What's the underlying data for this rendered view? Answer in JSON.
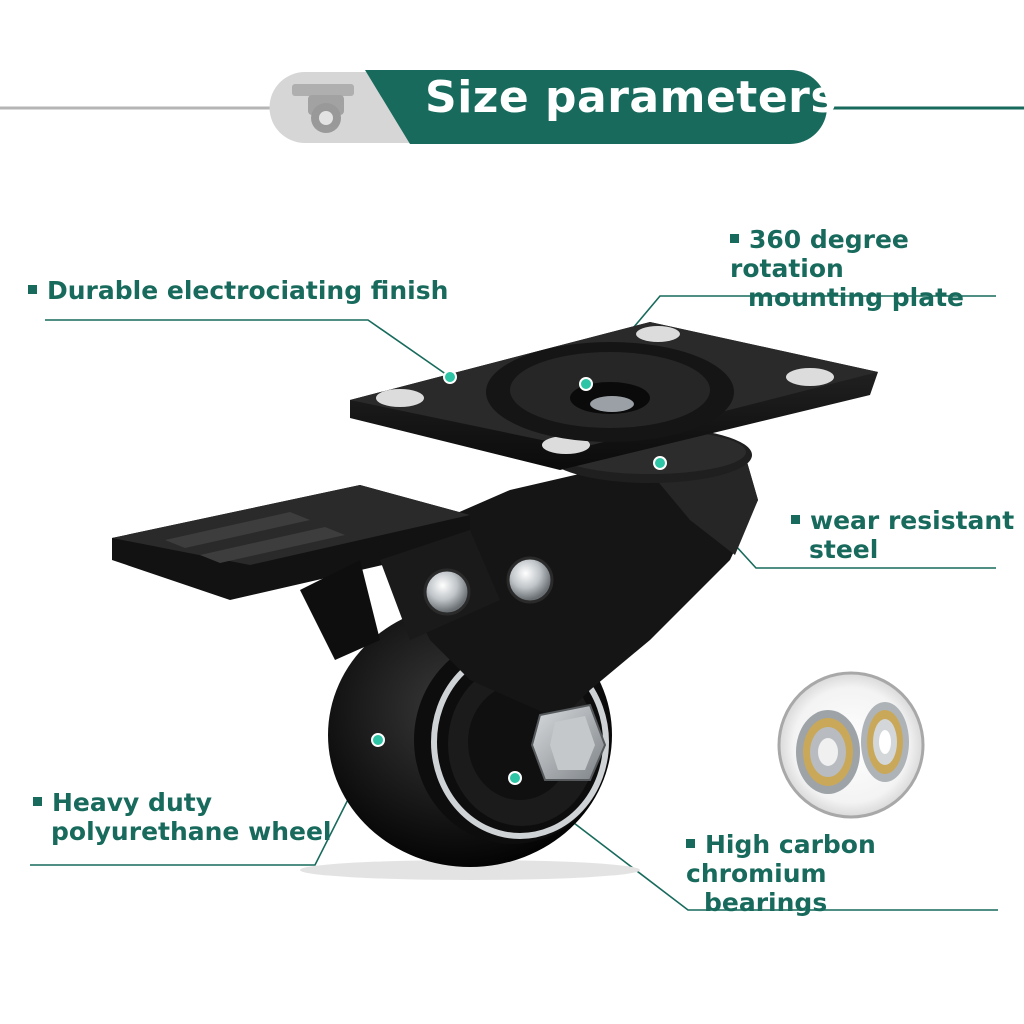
{
  "header": {
    "title": "Size parameters"
  },
  "callouts": {
    "finish": "Durable electrociating finish",
    "plate_line1": "360 degree rotation",
    "plate_line2": "mounting plate",
    "steel_line1": "wear resistant",
    "steel_line2": "steel",
    "wheel_line1": "Heavy duty",
    "wheel_line2": "polyurethane wheel",
    "bearing_line1": "High carbon chromium",
    "bearing_line2": "bearings"
  },
  "colors": {
    "accent": "#176a5c",
    "dot": "#2ec4a6",
    "rule": "#b5b5b5"
  }
}
